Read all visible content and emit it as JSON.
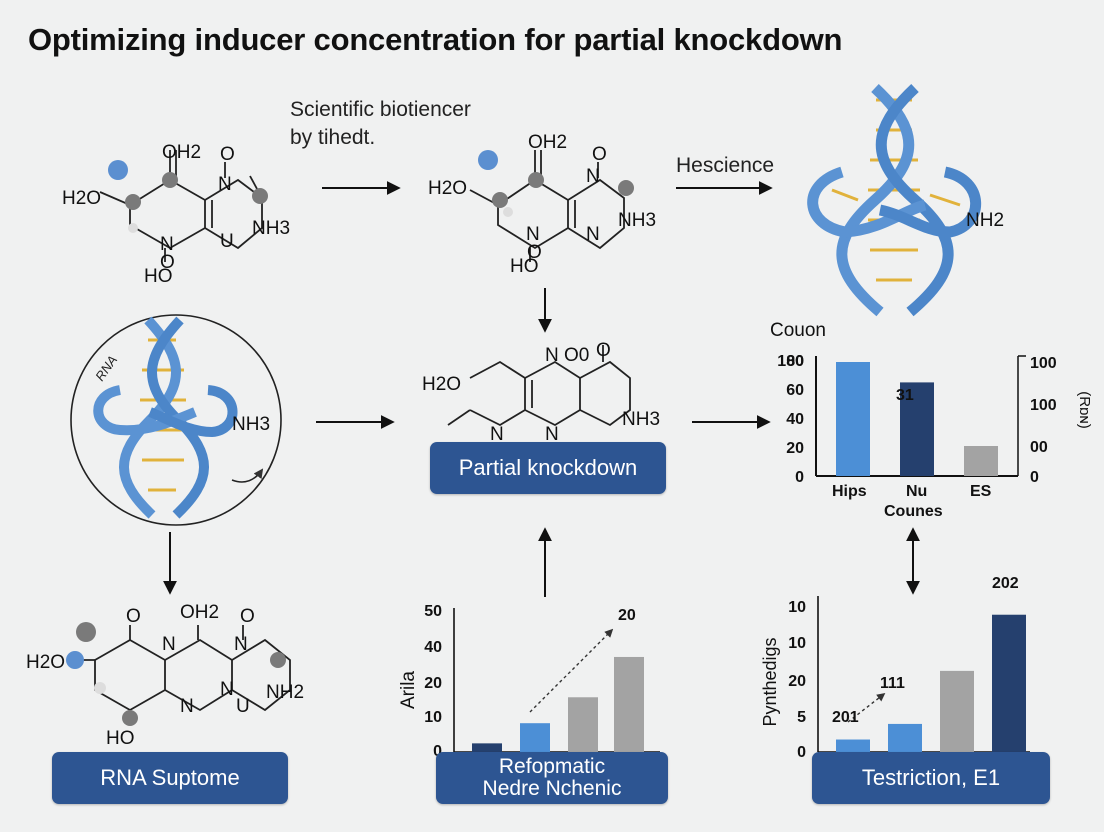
{
  "title": "Optimizing inducer concentration for partial knockdown",
  "captions": {
    "top": [
      "Scientific biotiencer",
      "by tihedt."
    ],
    "hescience": "Hescience"
  },
  "molecule_labels": {
    "top_left": {
      "oh2": "OH2",
      "o": "O",
      "h2o": "H2O",
      "n1": "N",
      "n2": "N",
      "u": "U",
      "nh3": "NH3",
      "ho": "HO",
      "o2": "O"
    },
    "top_mid": {
      "oh2": "OH2",
      "o": "O",
      "h2o": "H2O",
      "n1": "N",
      "n2": "N",
      "n3": "N",
      "nh3": "NH3",
      "ho": "HO",
      "o2": "O"
    },
    "center": {
      "h2o": "H2O",
      "no": "N O0",
      "o": "O",
      "n1": "N",
      "n2": "N",
      "nh3": "NH3"
    },
    "bottom_left": {
      "o1": "O",
      "oh2": "OH2",
      "o2": "O",
      "h2o": "H2O",
      "n1": "N",
      "n2": "N",
      "n3": "N",
      "n4": "N",
      "u": "U",
      "nh2": "NH2",
      "ho": "HO"
    }
  },
  "dna_labels": {
    "right": "NH2",
    "circle": "NH3",
    "circle_tag": "RNA"
  },
  "pills": {
    "center": "Partial knockdown",
    "bottom_left": "RNA Suptome",
    "bottom_mid_line1": "Refopmatic",
    "bottom_mid_line2": "Nedre Nchenic",
    "bottom_right": "Testriction, E1"
  },
  "colors": {
    "pill": "#2d5592",
    "bar_light": "#4c8fd6",
    "bar_dark": "#25406e",
    "bar_gray": "#a3a3a3",
    "helix": "#5b93d3",
    "rung": "#e1b23b"
  },
  "chart_data": [
    {
      "type": "bar",
      "title": "Couon",
      "categories": [
        "Hips",
        "Nu",
        "ES"
      ],
      "xlabel": "Counes",
      "values": [
        95,
        78,
        25
      ],
      "ylim": [
        0,
        100
      ],
      "yticks": [
        "0",
        "20",
        "40",
        "60",
        "80",
        "100"
      ],
      "y2ticks": [
        "0",
        "00",
        "100",
        "100"
      ],
      "y2label": "(Rɒɴ)",
      "annotations": [
        "31"
      ],
      "bar_colors": [
        "#4c8fd6",
        "#25406e",
        "#a3a3a3"
      ]
    },
    {
      "type": "bar",
      "ylabel": "Arila",
      "values": [
        3,
        10,
        19,
        33
      ],
      "ylim": [
        0,
        50
      ],
      "yticks": [
        "0",
        "10",
        "20",
        "40",
        "50"
      ],
      "annotations": [
        "20"
      ],
      "bar_colors": [
        "#25406e",
        "#4c8fd6",
        "#a3a3a3",
        "#a3a3a3"
      ]
    },
    {
      "type": "bar",
      "ylabel": "Pynthedigs",
      "values": [
        2,
        4.5,
        13,
        22
      ],
      "ylim": [
        0,
        25
      ],
      "yticks": [
        "0",
        "5",
        "20",
        "10",
        "10"
      ],
      "annotations": [
        "201",
        "111",
        "202"
      ],
      "bar_colors": [
        "#4c8fd6",
        "#4c8fd6",
        "#a3a3a3",
        "#25406e"
      ]
    }
  ]
}
